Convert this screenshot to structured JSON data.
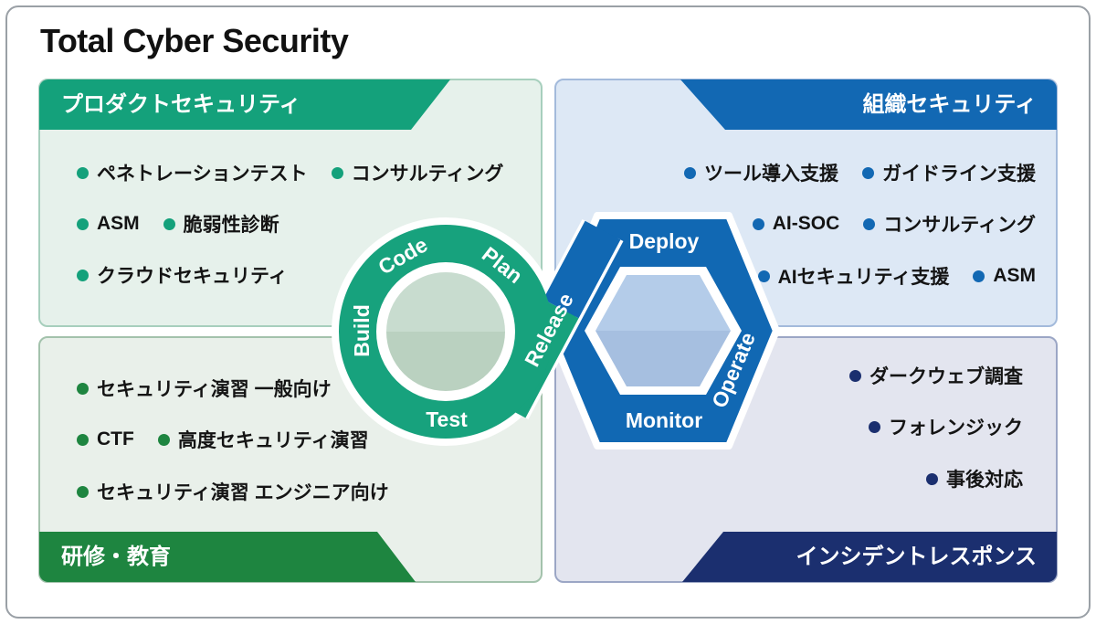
{
  "title": "Total Cyber Security",
  "quadrants": {
    "product": {
      "banner": "プロダクトセキュリティ",
      "accent_color": "#14a17b",
      "items": {
        "r1a": "ペネトレーションテスト",
        "r1b": "コンサルティング",
        "r2a": "ASM",
        "r2b": "脆弱性診断",
        "r3a": "クラウドセキュリティ"
      }
    },
    "organization": {
      "banner": "組織セキュリティ",
      "accent_color": "#1268b3",
      "items": {
        "r1a": "ツール導入支援",
        "r1b": "ガイドライン支援",
        "r2a": "AI-SOC",
        "r2b": "コンサルティング",
        "r3a": "AIセキュリティ支援",
        "r3b": "ASM"
      }
    },
    "training": {
      "banner": "研修・教育",
      "accent_color": "#1e8540",
      "items": {
        "r1a": "セキュリティ演習 一般向け",
        "r2a": "CTF",
        "r2b": "高度セキュリティ演習",
        "r3a": "セキュリティ演習 エンジニア向け"
      }
    },
    "incident": {
      "banner": "インシデントレスポンス",
      "accent_color": "#1b2f6f",
      "items": {
        "r1a": "ダークウェブ調査",
        "r2a": "フォレンジック",
        "r3a": "事後対応"
      }
    }
  },
  "devops_loop": {
    "plan": "Plan",
    "code": "Code",
    "build": "Build",
    "test": "Test",
    "release": "Release",
    "deploy": "Deploy",
    "operate": "Operate",
    "monitor": "Monitor",
    "circle_color": "#17a27d",
    "hexagon_color": "#1168b3",
    "inner_circle_color": "#c0d6c6",
    "inner_hexagon_color": "#adc6e5"
  }
}
